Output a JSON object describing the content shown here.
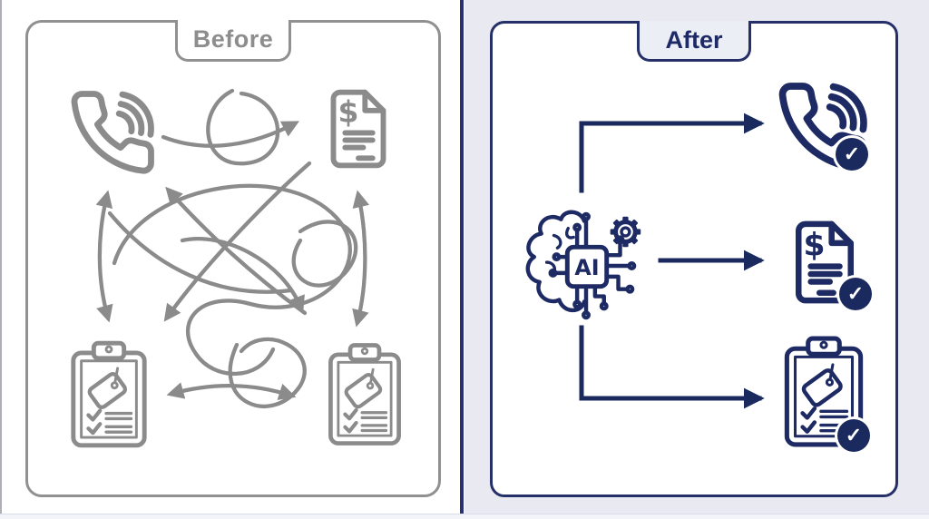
{
  "page": {
    "type": "before-after-process-comparison-diagram"
  },
  "before_panel": {
    "label": "Before",
    "style": "tangled gray arrows connecting tasks",
    "icons": [
      "ringing-phone",
      "dollar-invoice-document",
      "tagged-checklist-clipboard",
      "tagged-checklist-clipboard"
    ]
  },
  "after_panel": {
    "label": "After",
    "ai_chip_label": "AI",
    "badge_check": "✓",
    "style": "clean navy elbow arrows from AI hub to completed tasks",
    "icons": [
      "ai-brain-circuit-chip",
      "ringing-phone",
      "dollar-invoice-document",
      "tagged-checklist-clipboard"
    ]
  },
  "symbols": {
    "dollar": "$"
  },
  "colors": {
    "before_gray": "#8b8b8b",
    "after_navy": "#1d2a63",
    "arrow_navy": "#1b2a5e",
    "right_background": "#e9eaf1",
    "panel_background": "#ffffff"
  }
}
